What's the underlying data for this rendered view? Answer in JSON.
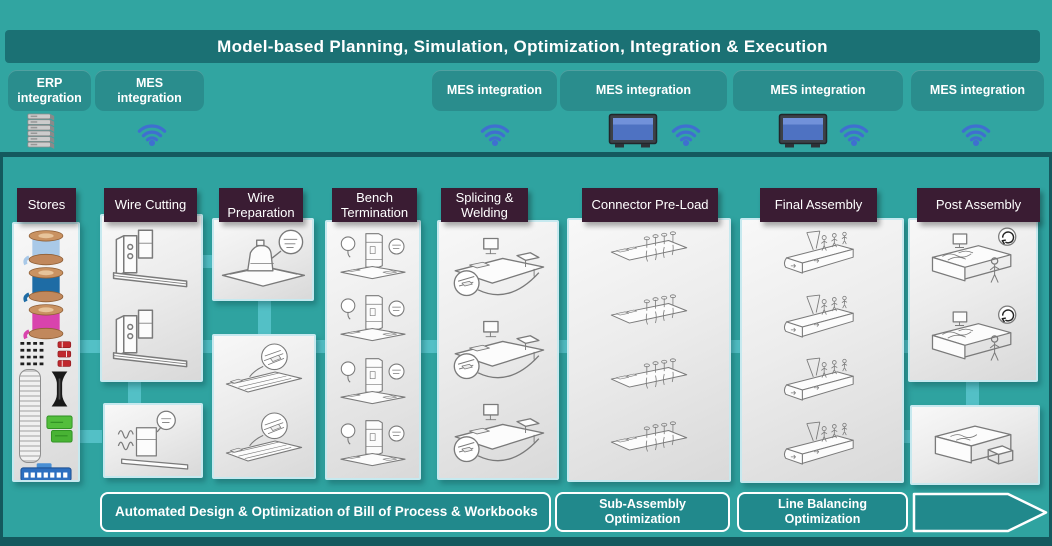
{
  "title_bar": {
    "text": "Model-based Planning, Simulation, Optimization, Integration & Execution"
  },
  "integration_row": {
    "buttons": [
      {
        "label": "ERP integration",
        "icons": [
          "server-icon"
        ]
      },
      {
        "label": "MES integration",
        "icons": [
          "wifi-icon"
        ]
      },
      {
        "label": "MES integration",
        "icons": [
          "wifi-icon"
        ]
      },
      {
        "label": "MES integration",
        "icons": [
          "monitor-icon",
          "wifi-icon"
        ]
      },
      {
        "label": "MES integration",
        "icons": [
          "monitor-icon",
          "wifi-icon"
        ]
      },
      {
        "label": "MES integration",
        "icons": [
          "wifi-icon"
        ]
      }
    ]
  },
  "stations": [
    {
      "name": "Stores",
      "illustrations": [
        "wire-spool",
        "wire-spool",
        "wire-spool",
        "wire-bundles",
        "red-connector-seals",
        "corrugated-tube",
        "grommet",
        "green-connector-housing",
        "terminal-block"
      ]
    },
    {
      "name": "Wire Cutting",
      "illustrations": [
        "cutting-machine",
        "cutting-machine",
        "cutting-machine-detail"
      ]
    },
    {
      "name": "Wire Preparation",
      "illustrations": [
        "terminal-applicator",
        "prep-board",
        "prep-board"
      ]
    },
    {
      "name": "Bench Termination",
      "illustrations": [
        "termination-station",
        "termination-station",
        "termination-station",
        "termination-station"
      ]
    },
    {
      "name": "Splicing & Welding",
      "illustrations": [
        "splicing-station",
        "splicing-station",
        "splicing-station"
      ]
    },
    {
      "name": "Connector Pre-Load",
      "illustrations": [
        "preload-board",
        "preload-board",
        "preload-board",
        "preload-board"
      ]
    },
    {
      "name": "Final Assembly",
      "illustrations": [
        "assembly-line",
        "assembly-line",
        "assembly-line",
        "assembly-line"
      ]
    },
    {
      "name": "Post Assembly",
      "illustrations": [
        "inspection-bench",
        "inspection-bench",
        "packing-crate"
      ]
    }
  ],
  "bottom_bar": {
    "items": [
      {
        "label": "Automated Design & Optimization of Bill of Process & Workbooks"
      },
      {
        "label": "Sub-Assembly Optimization"
      },
      {
        "label": "Line Balancing Optimization"
      }
    ],
    "arrow_icon": "chevron-right-outline"
  },
  "colors": {
    "background": "#31a5a1",
    "panel_border": "#14595e",
    "title_bar": "#1b7174",
    "integration_button": "#2a8d8d",
    "station_header": "#3a1c33",
    "connector_line": "#53c0c6",
    "box_border": "#c6e9ef",
    "box_fill": "#e9e9e9",
    "bottom_box": "#21898c",
    "wifi_blue": "#3f6fd0",
    "spool_light_blue": "#a9c9e8",
    "spool_blue": "#1e6ca5",
    "spool_magenta": "#d943ad",
    "seal_red": "#c0392b",
    "housing_green": "#53be3c",
    "terminal_blue": "#2d6fc0"
  }
}
